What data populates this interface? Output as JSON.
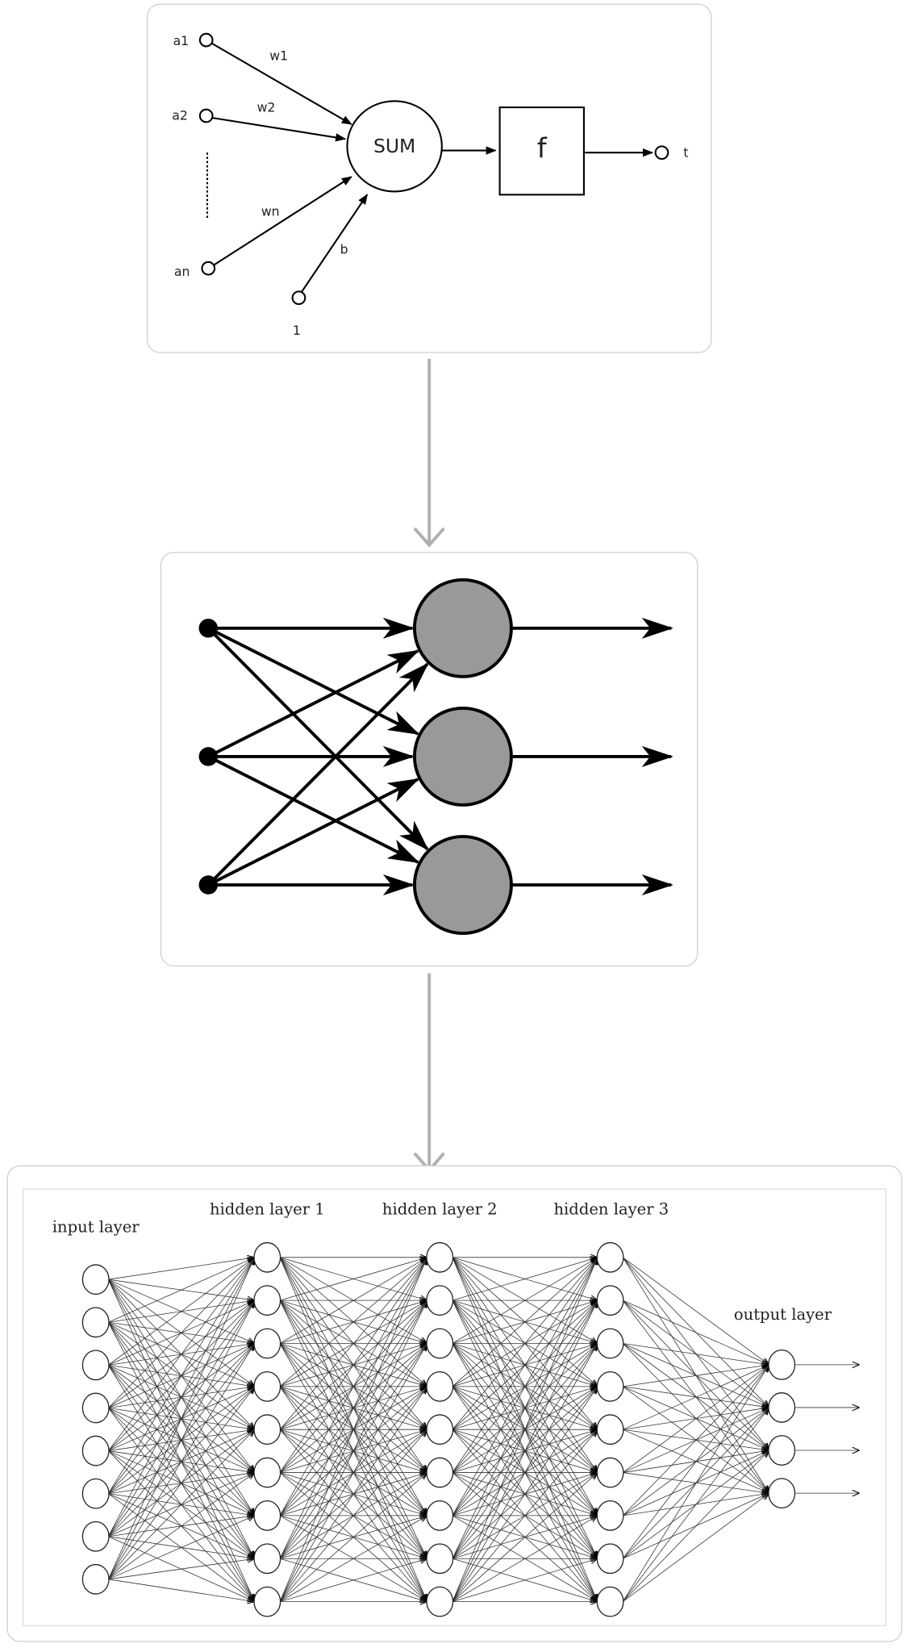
{
  "perceptron": {
    "inputs": [
      "a1",
      "a2",
      "an"
    ],
    "weights": [
      "w1",
      "w2",
      "wn"
    ],
    "bias_label": "b",
    "bias_input": "1",
    "sum_label": "SUM",
    "activation_label": "f",
    "output_label": "t"
  },
  "single_layer": {
    "inputs": 3,
    "outputs": 3,
    "neuron_color": "#999999"
  },
  "deep_network": {
    "layer_labels": [
      "input layer",
      "hidden layer 1",
      "hidden layer 2",
      "hidden layer 3",
      "output layer"
    ],
    "layer_sizes": [
      8,
      9,
      9,
      9,
      4
    ]
  },
  "connector_color": "#b0b0b0"
}
